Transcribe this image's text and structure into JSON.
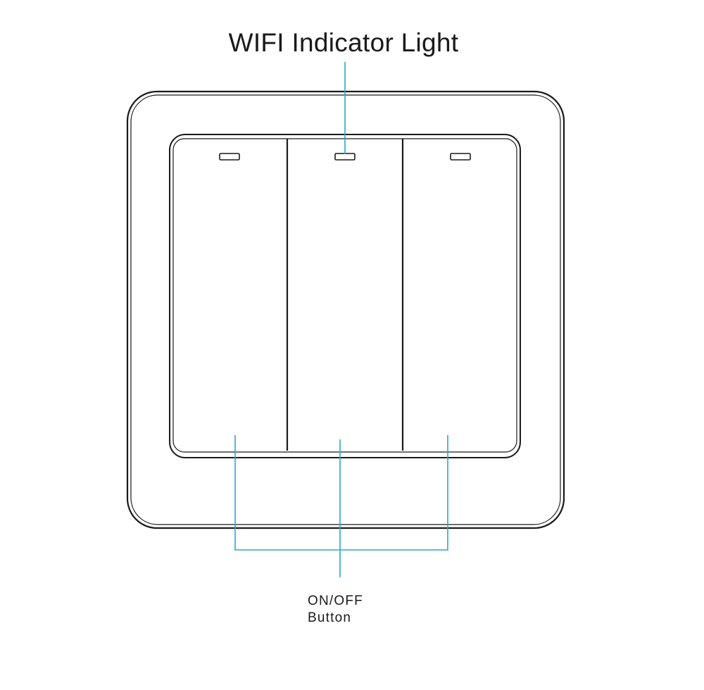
{
  "labels": {
    "indicator_light": "WIFI Indicator Light",
    "onoff_line1": "ON/OFF",
    "onoff_line2": "Button"
  },
  "colors": {
    "outline": "#1a1a1a",
    "callout": "#2aa7cf",
    "background": "#ffffff"
  },
  "switch": {
    "gang_count": 3
  }
}
